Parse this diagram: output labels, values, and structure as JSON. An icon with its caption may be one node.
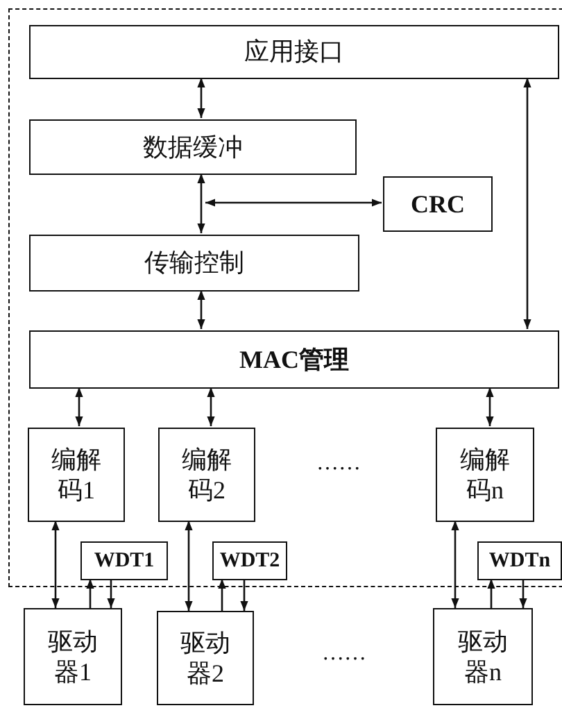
{
  "diagram": {
    "nodes": [
      {
        "text": [],
        "shape": "box"
      },
      {
        "text": [
          "应用接口"
        ],
        "in": 0
      },
      {
        "text": [
          "数据缓冲"
        ],
        "in": 0
      },
      {
        "text": [
          "CRC"
        ],
        "in": 0
      },
      {
        "text": [
          "传输控制"
        ],
        "in": 0
      },
      {
        "text": [
          "MAC管理"
        ],
        "in": 0
      },
      {
        "text": [
          "编解码1"
        ],
        "in": 0
      },
      {
        "text": [
          "编解码2"
        ],
        "in": 0
      },
      {
        "text": [
          "编解码n"
        ],
        "in": 0
      },
      {
        "text": [
          "WDT1"
        ],
        "in": 0
      },
      {
        "text": [
          "WDT2"
        ],
        "in": 0
      },
      {
        "text": [
          "WDTn"
        ],
        "in": 0
      },
      {
        "text": [
          "驱动器1"
        ]
      },
      {
        "text": [
          "驱动器2"
        ]
      },
      {
        "text": [
          "驱动器n"
        ]
      }
    ],
    "edges": [
      {
        "from": 1,
        "to": 2,
        "arrow": "both"
      },
      {
        "from": 2,
        "to": 4,
        "arrow": "both"
      },
      {
        "from": 2,
        "to": 3,
        "arrow": "both"
      },
      {
        "from": 4,
        "to": 5,
        "arrow": "both"
      },
      {
        "from": 1,
        "to": 5,
        "arrow": "both"
      },
      {
        "from": 5,
        "to": 6,
        "arrow": "both"
      },
      {
        "from": 5,
        "to": 7,
        "arrow": "both"
      },
      {
        "from": 5,
        "to": 8,
        "arrow": "both"
      },
      {
        "from": 6,
        "to": 12,
        "arrow": "both"
      },
      {
        "from": 7,
        "to": 13,
        "arrow": "both"
      },
      {
        "from": 8,
        "to": 14,
        "arrow": "both"
      },
      {
        "from": 12,
        "to": 9,
        "arrow": "to"
      },
      {
        "from": 9,
        "to": 12,
        "arrow": "to"
      },
      {
        "from": 13,
        "to": 10,
        "arrow": "to"
      },
      {
        "from": 10,
        "to": 13,
        "arrow": "to"
      },
      {
        "from": 14,
        "to": 11,
        "arrow": "to"
      },
      {
        "from": 11,
        "to": 14,
        "arrow": "to"
      }
    ],
    "labels": [
      "……",
      "……"
    ]
  }
}
